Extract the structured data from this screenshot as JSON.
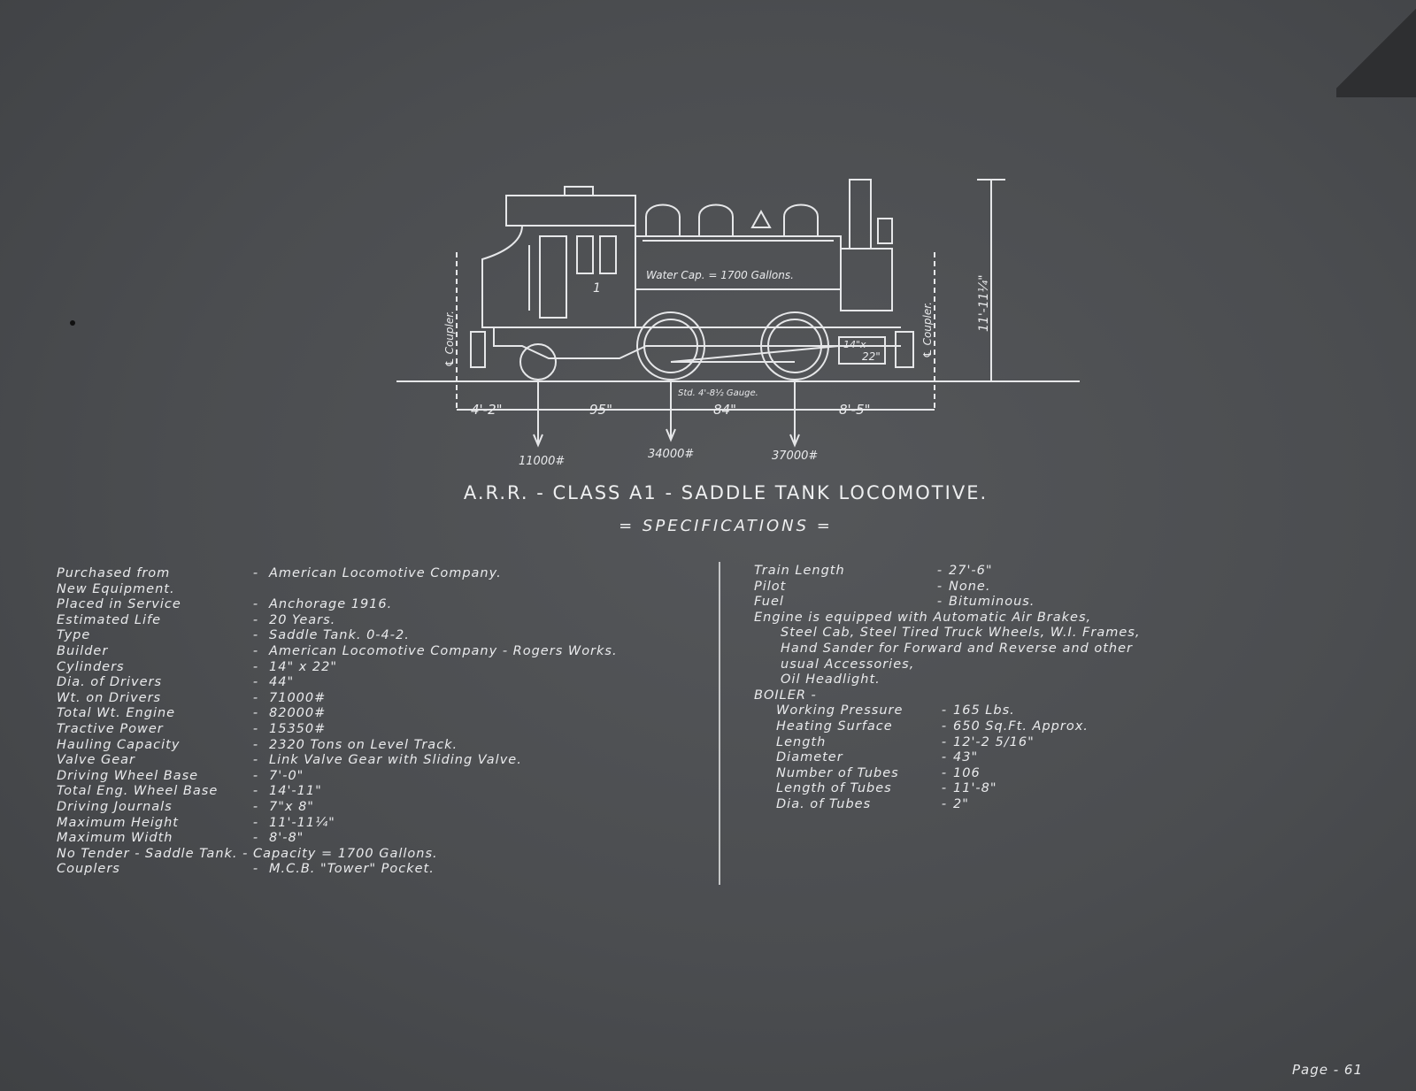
{
  "drawing": {
    "water_capacity_label": "Water Cap. = 1700 Gallons.",
    "cab_number": "1",
    "left_coupler_label": "℄ Coupler.",
    "right_coupler_label": "℄ Coupler.",
    "height_dim": "11'-11¼\"",
    "cylinder_label_top": "14\"x",
    "cylinder_label_bottom": "22\"",
    "gauge_label": "Std. 4'-8½ Gauge.",
    "dims": [
      "4'-2\"",
      "95\"",
      "84\"",
      "8'-5\""
    ],
    "loads": [
      "11000#",
      "34000#",
      "37000#"
    ]
  },
  "title": "A.R.R. - CLASS A1 - SADDLE TANK LOCOMOTIVE.",
  "subtitle": "= SPECIFICATIONS =",
  "specs_left": [
    {
      "label": "Purchased from",
      "dash": "-",
      "value": "American Locomotive Company."
    },
    {
      "label": "New Equipment.",
      "dash": "",
      "value": ""
    },
    {
      "label": "Placed in Service",
      "dash": "-",
      "value": "Anchorage 1916."
    },
    {
      "label": "Estimated Life",
      "dash": "-",
      "value": "20 Years."
    },
    {
      "label": "Type",
      "dash": "-",
      "value": "Saddle Tank. 0-4-2."
    },
    {
      "label": "Builder",
      "dash": "-",
      "value": "American Locomotive Company - Rogers Works."
    },
    {
      "label": "Cylinders",
      "dash": "-",
      "value": "14\" x 22\""
    },
    {
      "label": "Dia. of Drivers",
      "dash": "-",
      "value": "44\""
    },
    {
      "label": "Wt. on Drivers",
      "dash": "-",
      "value": "71000#"
    },
    {
      "label": "Total Wt. Engine",
      "dash": "-",
      "value": "82000#"
    },
    {
      "label": "Tractive Power",
      "dash": "-",
      "value": "15350#"
    },
    {
      "label": "Hauling Capacity",
      "dash": "-",
      "value": "2320 Tons on Level Track."
    },
    {
      "label": "Valve Gear",
      "dash": "-",
      "value": "Link Valve Gear with Sliding Valve."
    },
    {
      "label": "Driving Wheel Base",
      "dash": "-",
      "value": "7'-0\""
    },
    {
      "label": "Total Eng. Wheel Base",
      "dash": "-",
      "value": "14'-11\""
    },
    {
      "label": "Driving Journals",
      "dash": "-",
      "value": "7\"x 8\""
    },
    {
      "label": "Maximum Height",
      "dash": "-",
      "value": "11'-11¼\""
    },
    {
      "label": "Maximum Width",
      "dash": "-",
      "value": "8'-8\""
    },
    {
      "label": "No Tender - Saddle Tank. - Capacity = 1700 Gallons.",
      "dash": "",
      "value": ""
    },
    {
      "label": "Couplers",
      "dash": "-",
      "value": "M.C.B. \"Tower\" Pocket."
    }
  ],
  "specs_right": [
    {
      "label": "Train Length",
      "dash": "-",
      "value": "27'-6\""
    },
    {
      "label": "Pilot",
      "dash": "-",
      "value": "None."
    },
    {
      "label": "Fuel",
      "dash": "-",
      "value": "Bituminous."
    }
  ],
  "equipment_note": [
    "Engine is equipped with Automatic Air Brakes,",
    "Steel Cab, Steel Tired Truck Wheels, W.I. Frames,",
    "Hand Sander for Forward and Reverse and other",
    "usual Accessories,",
    "Oil Headlight."
  ],
  "boiler_heading": "BOILER -",
  "boiler_specs": [
    {
      "label": "Working Pressure",
      "dash": "-",
      "value": "165 Lbs."
    },
    {
      "label": "Heating Surface",
      "dash": "-",
      "value": "650 Sq.Ft. Approx."
    },
    {
      "label": "Length",
      "dash": "-",
      "value": "12'-2 5/16\""
    },
    {
      "label": "Diameter",
      "dash": "-",
      "value": "43\""
    },
    {
      "label": "Number of Tubes",
      "dash": "-",
      "value": "106"
    },
    {
      "label": "Length of Tubes",
      "dash": "-",
      "value": "11'-8\""
    },
    {
      "label": "Dia. of Tubes",
      "dash": "-",
      "value": "2\""
    }
  ],
  "page_number": "Page - 61"
}
